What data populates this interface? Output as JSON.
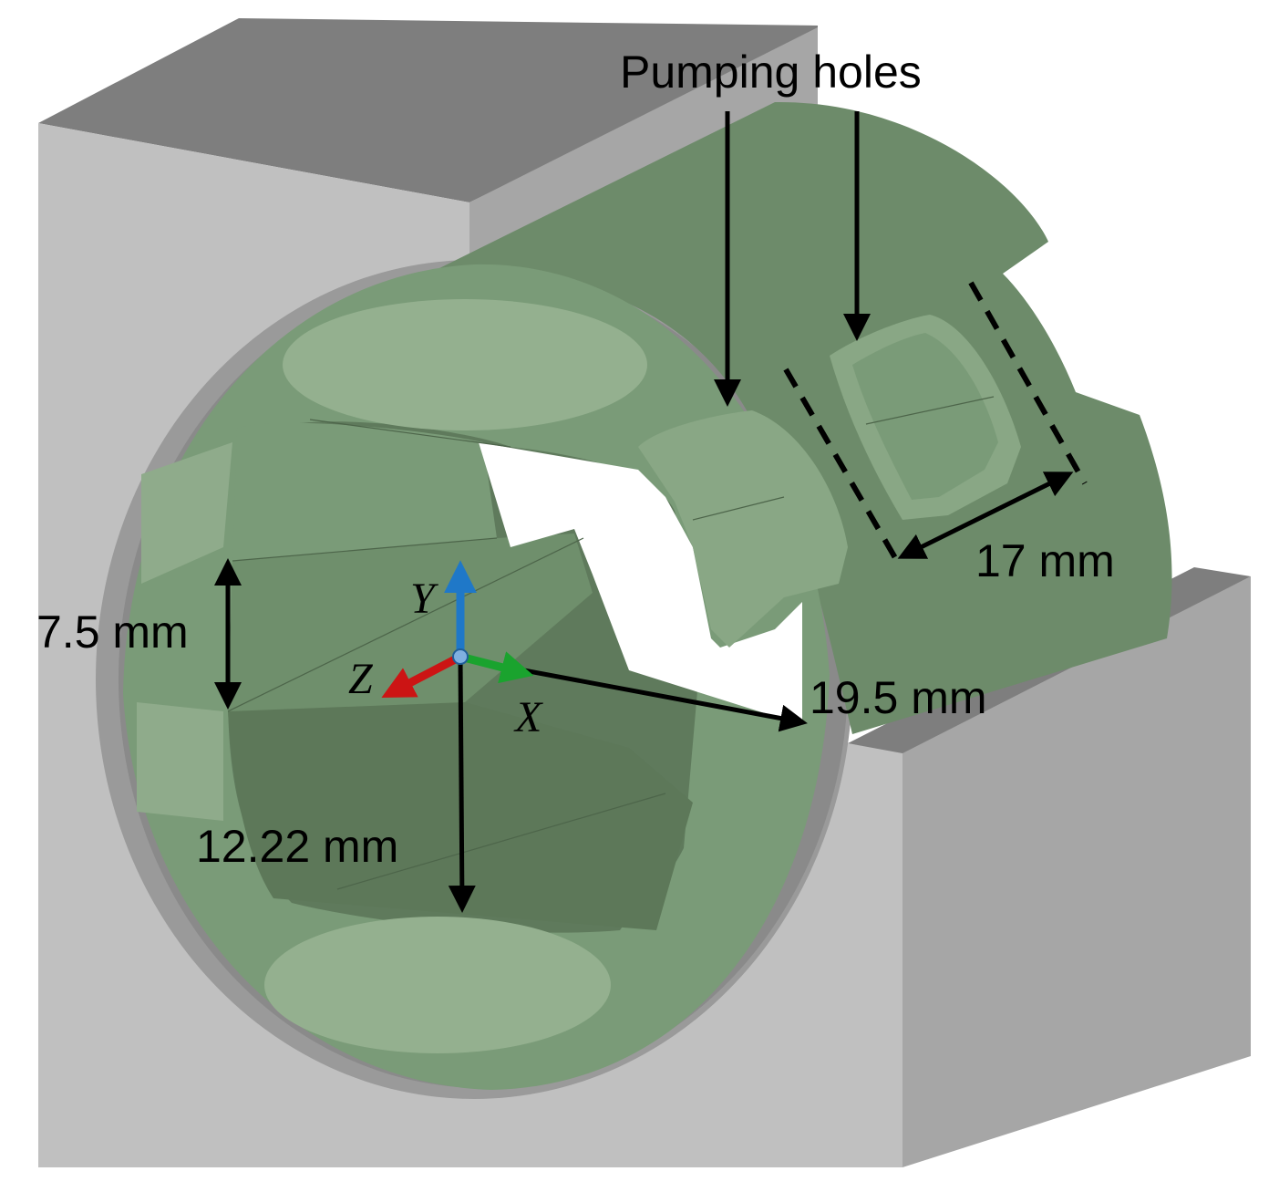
{
  "labels": {
    "pumping_holes": "Pumping holes",
    "slot_width": "7.5 mm",
    "hole_length": "17 mm",
    "outer_radius": "19.5 mm",
    "inner_radius": "12.22 mm"
  },
  "axes": {
    "x": "X",
    "y": "Y",
    "z": "Z"
  },
  "colors": {
    "housing_light": "#c0c0c0",
    "housing_mid": "#a6a6a6",
    "housing_dark": "#7e7e7e",
    "sleeve": "#7a9b78",
    "sleeve_light": "#94b08f",
    "sleeve_dark": "#5b7558",
    "x_axis": "#1aa32e",
    "y_axis": "#1f78c8",
    "z_axis": "#cc1414"
  }
}
